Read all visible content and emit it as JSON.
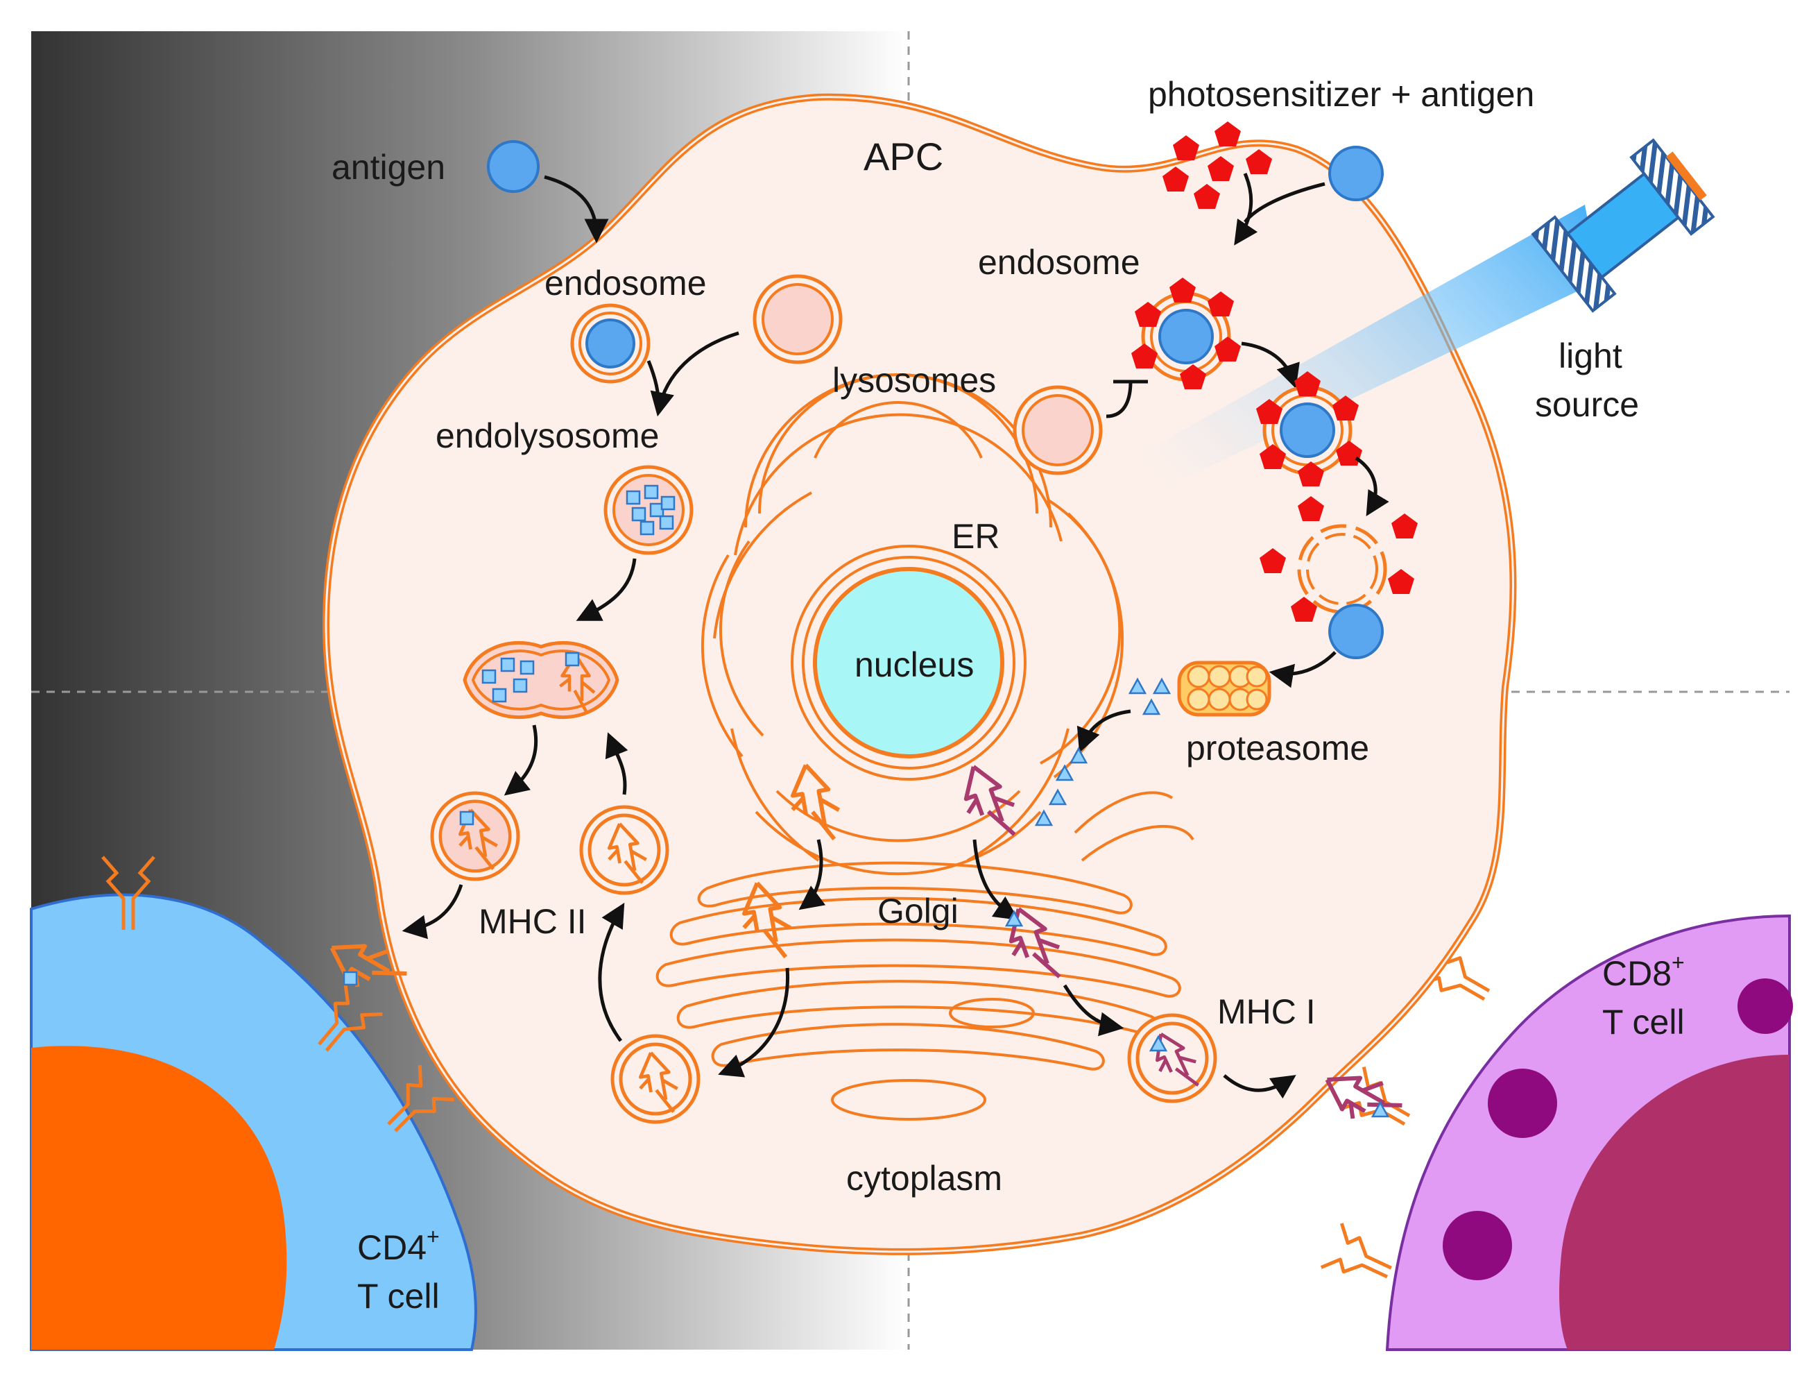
{
  "labels": {
    "antigen": "antigen",
    "apc": "APC",
    "photosensitizer_antigen": "photosensitizer + antigen",
    "endosome_left": "endosome",
    "endosome_right": "endosome",
    "lysosomes": "lysosomes",
    "endolysosome": "endolysosome",
    "light": "light",
    "source": "source",
    "er": "ER",
    "nucleus": "nucleus",
    "proteasome": "proteasome",
    "mhc2": "MHC II",
    "golgi": "Golgi",
    "mhc1": "MHC I",
    "cytoplasm": "cytoplasm",
    "cd4_base": "CD4",
    "cd4_sup": "+",
    "cd4_line2": "T cell",
    "cd8_base": "CD8",
    "cd8_sup": "+",
    "cd8_line2": "T cell"
  },
  "colors": {
    "membrane": "#f47b20",
    "cytoplasm_fill": "#fdf0ea",
    "antigen": "#5aa7f0",
    "photosensitizer": "#ee1111",
    "nucleus": "#a8f6f6",
    "mhc1": "#a83a6e",
    "cd4_cell": "#7ec8fb",
    "cd4_nucleus": "#ff6600",
    "cd8_cell": "#e19bf5",
    "cd8_nucleus": "#b0306a",
    "cd8_granule": "#8e0a7e",
    "lysosome_fill": "#f9d3cc"
  }
}
